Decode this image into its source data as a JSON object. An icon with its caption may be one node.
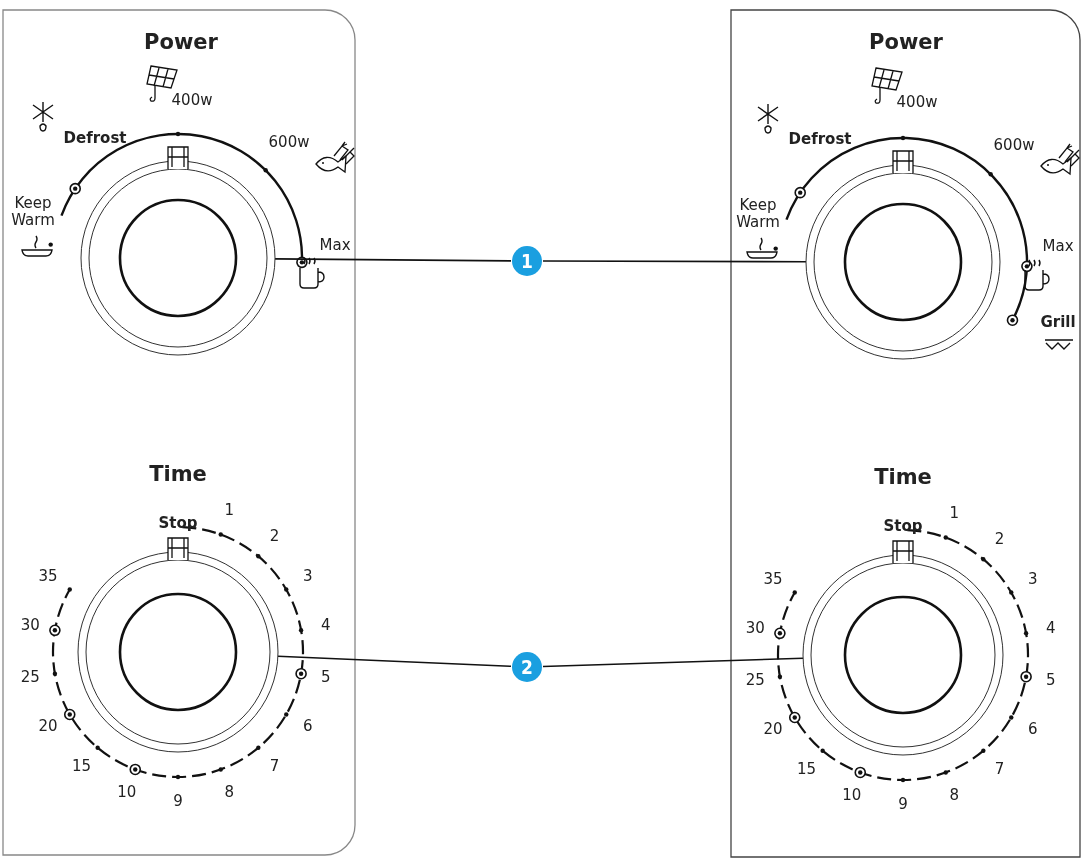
{
  "diagram": {
    "nodes": [
      {
        "text": [],
        "shape": "circle"
      },
      {
        "text": [
          "1"
        ]
      },
      {
        "text": [],
        "shape": "circle"
      },
      {
        "text": [],
        "shape": "circle"
      },
      {
        "text": [
          "2"
        ]
      },
      {
        "text": [],
        "shape": "circle"
      }
    ],
    "edges": [
      {
        "from": 1,
        "to": 0,
        "arrow": "none"
      },
      {
        "from": 1,
        "to": 2,
        "arrow": "none"
      },
      {
        "from": 4,
        "to": 3,
        "arrow": "none"
      },
      {
        "from": 4,
        "to": 5,
        "arrow": "none"
      }
    ],
    "labels": [
      "Power",
      "400w",
      "Defrost",
      "600w",
      "Keep Warm",
      "Max",
      "Time",
      "Stop",
      "1",
      "2",
      "3",
      "4",
      "5",
      "6",
      "7",
      "8",
      "9",
      "10",
      "15",
      "20",
      "25",
      "30",
      "35",
      "Power",
      "400w",
      "Defrost",
      "600w",
      "Keep Warm",
      "Max",
      "Grill",
      "Time",
      "Stop",
      "1",
      "2",
      "3",
      "4",
      "5",
      "6",
      "7",
      "8",
      "9",
      "10",
      "15",
      "20",
      "25",
      "30",
      "35"
    ]
  }
}
